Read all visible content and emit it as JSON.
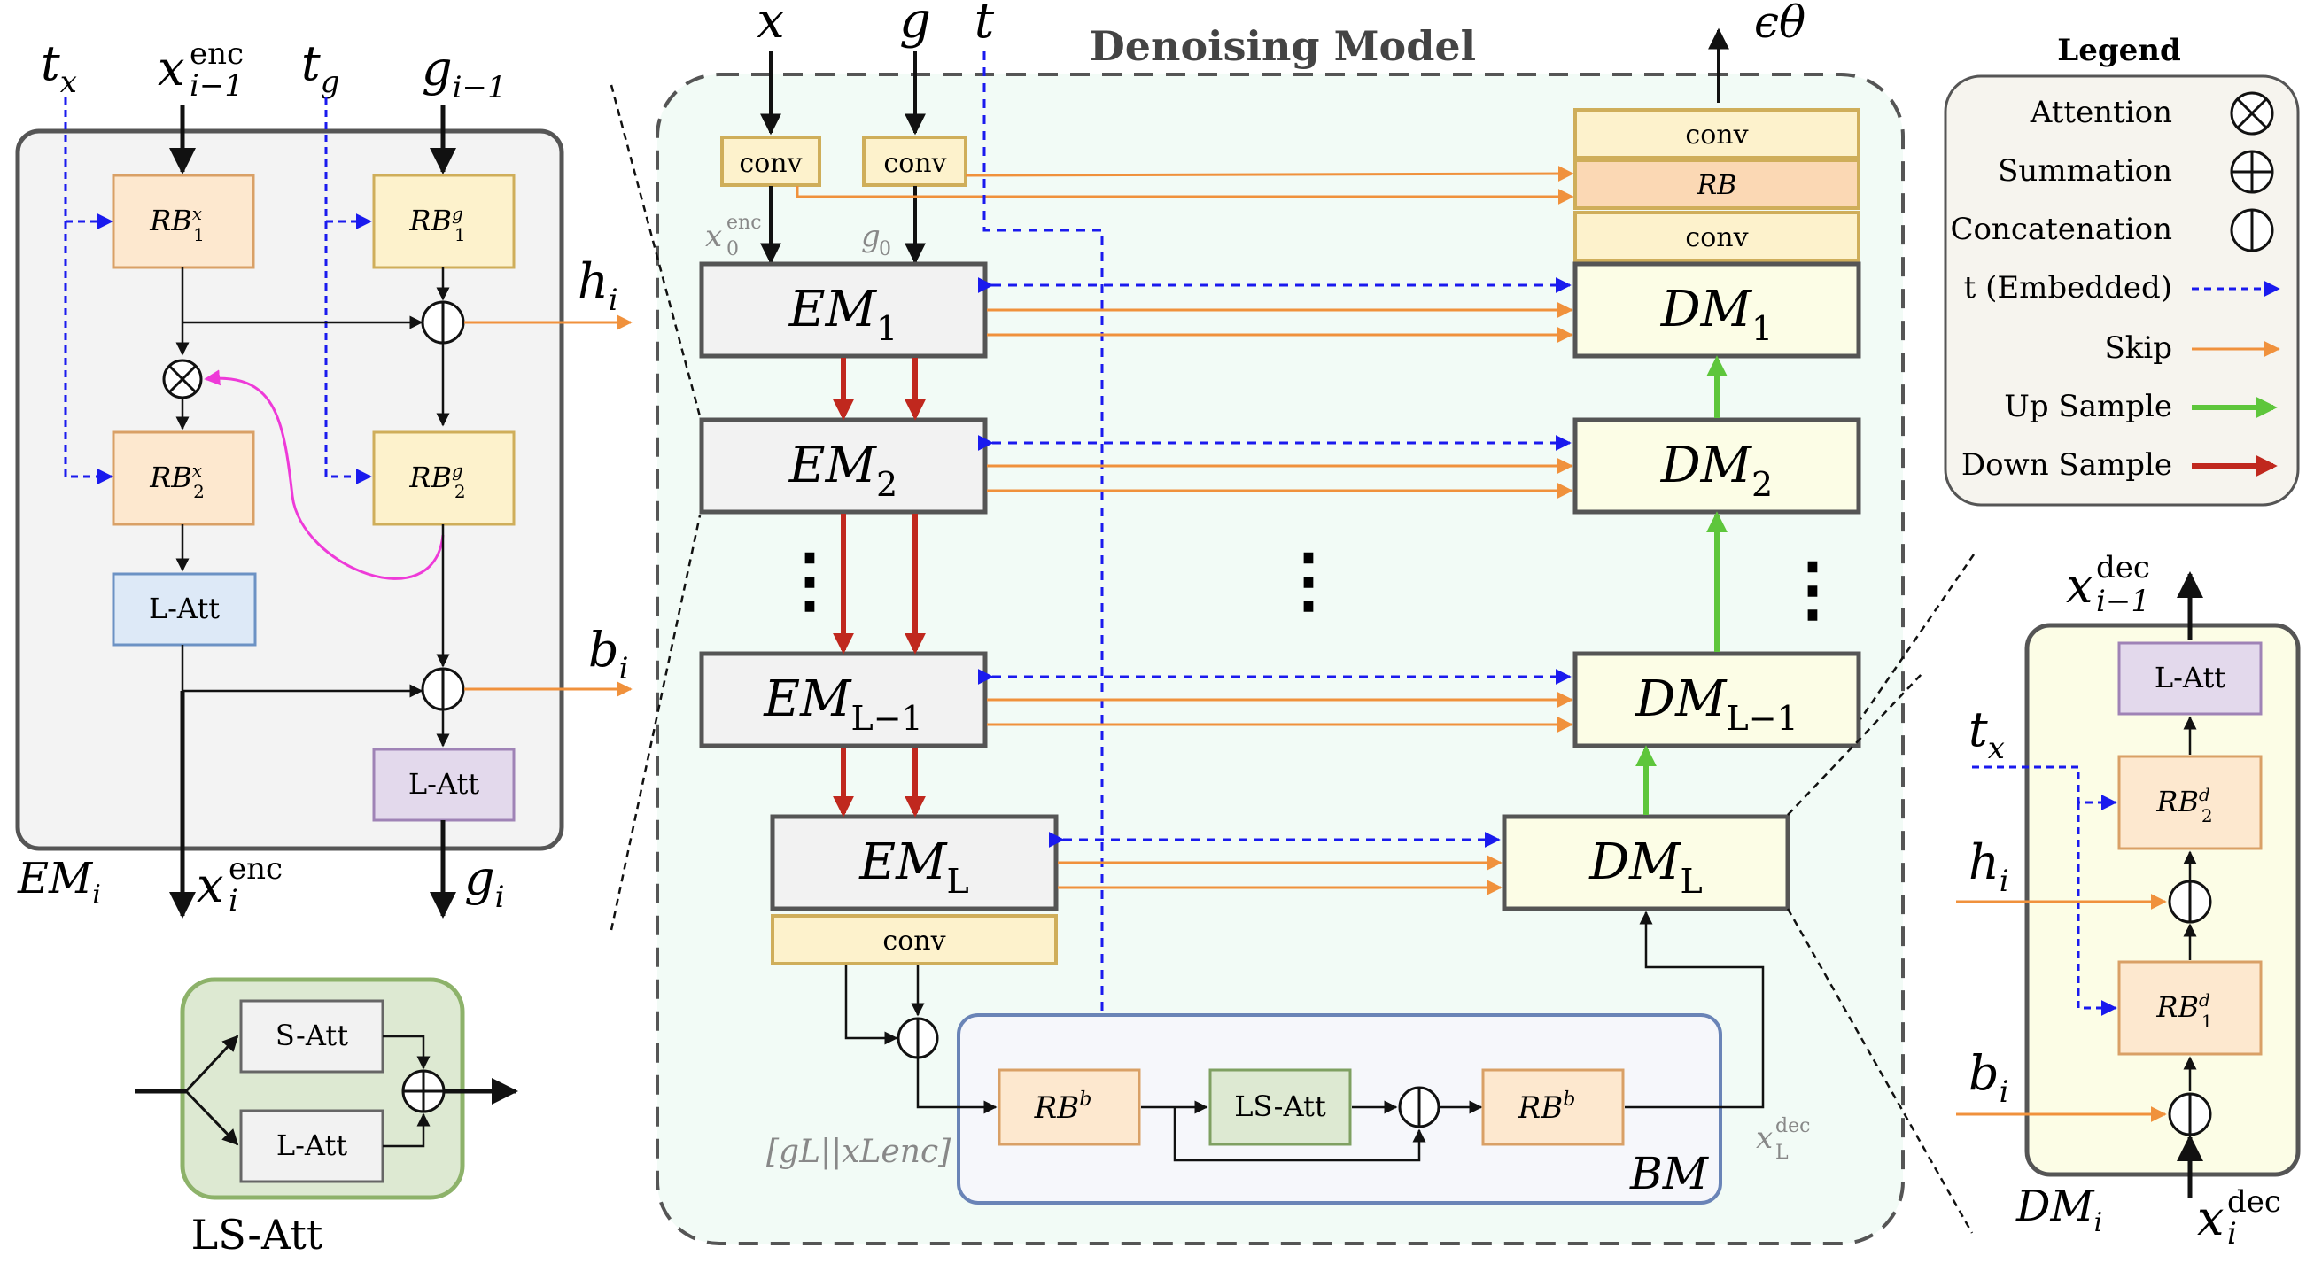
{
  "colors": {
    "orange_block": "#fde8cf",
    "orange_border": "#d9a066",
    "yellow_block": "#fdf2cc",
    "yellow_border": "#cfae5a",
    "gray_block": "#f2f2f2",
    "blue_block": "#dde9f7",
    "purple_block": "#e3d9ec",
    "green_block": "#dde9d2",
    "dm_block": "#fcfde6",
    "skip_arrow": "#f0913c",
    "time_arrow": "#1a1aee",
    "up_arrow": "#5ec63b",
    "down_arrow": "#c0281e",
    "attention_arrow": "#ee3ad8"
  },
  "title": "Denoising Model",
  "inputs": {
    "x": "x",
    "g": "g",
    "t": "t",
    "output": "ϵθ"
  },
  "convs": {
    "conv": "conv",
    "rb": "RB"
  },
  "labels": {
    "x0enc_base": "x",
    "x0enc_sup": "enc",
    "x0enc_sub": "0",
    "g0_base": "g",
    "g0_sub": "0",
    "xLdec_base": "x",
    "xLdec_sup": "dec",
    "xLdec_sub": "L",
    "concat_text": "[gL||xLenc]"
  },
  "em": [
    {
      "base": "EM",
      "sub": "1"
    },
    {
      "base": "EM",
      "sub": "2"
    },
    {
      "base": "EM",
      "sub": "L−1"
    },
    {
      "base": "EM",
      "sub": "L"
    }
  ],
  "dm": [
    {
      "base": "DM",
      "sub": "1"
    },
    {
      "base": "DM",
      "sub": "2"
    },
    {
      "base": "DM",
      "sub": "L−1"
    },
    {
      "base": "DM",
      "sub": "L"
    }
  ],
  "dots": "⋮",
  "bm": {
    "label": "BM",
    "rb_base": "RB",
    "rb_sup": "b",
    "ls_att": "LS-Att"
  },
  "emi": {
    "label_base": "EM",
    "label_sub": "i",
    "tx_base": "t",
    "tx_sub": "x",
    "tg_base": "t",
    "tg_sub": "g",
    "xin_base": "x",
    "xin_sup": "enc",
    "xin_sub": "i−1",
    "gin_base": "g",
    "gin_sub": "i−1",
    "rb1x_base": "RB",
    "rb1x_sup": "x",
    "rb1x_sub": "1",
    "rb2x_base": "RB",
    "rb2x_sup": "x",
    "rb2x_sub": "2",
    "rb1g_base": "RB",
    "rb1g_sup": "g",
    "rb1g_sub": "1",
    "rb2g_base": "RB",
    "rb2g_sup": "g",
    "rb2g_sub": "2",
    "latt": "L-Att",
    "h_base": "h",
    "h_sub": "i",
    "b_base": "b",
    "b_sub": "i",
    "xout_base": "x",
    "xout_sup": "enc",
    "xout_sub": "i",
    "gout_base": "g",
    "gout_sub": "i"
  },
  "lsatt": {
    "label": "LS-Att",
    "s_att": "S-Att",
    "l_att": "L-Att"
  },
  "dmi": {
    "label_base": "DM",
    "label_sub": "i",
    "latt": "L-Att",
    "xout_base": "x",
    "xout_sup": "dec",
    "xout_sub": "i−1",
    "xin_base": "x",
    "xin_sup": "dec",
    "xin_sub": "i",
    "tx_base": "t",
    "tx_sub": "x",
    "h_base": "h",
    "h_sub": "i",
    "b_base": "b",
    "b_sub": "i",
    "rb2_base": "RB",
    "rb2_sup": "d",
    "rb2_sub": "2",
    "rb1_base": "RB",
    "rb1_sup": "d",
    "rb1_sub": "1"
  },
  "legend": {
    "title": "Legend",
    "items": [
      {
        "label": "Attention",
        "icon": "otimes-icon"
      },
      {
        "label": "Summation",
        "icon": "oplus-icon"
      },
      {
        "label": "Concatenation",
        "icon": "concat-icon"
      },
      {
        "label": "t (Embedded)",
        "icon": "dashed-blue-arrow"
      },
      {
        "label": "Skip",
        "icon": "orange-arrow"
      },
      {
        "label": "Up Sample",
        "icon": "green-arrow"
      },
      {
        "label": "Down Sample",
        "icon": "red-arrow"
      }
    ]
  }
}
